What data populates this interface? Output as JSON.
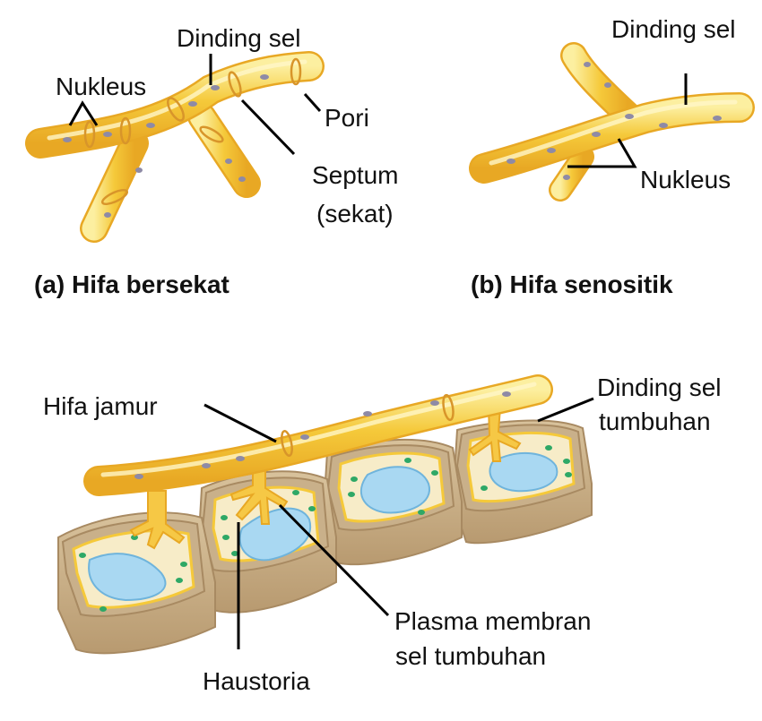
{
  "panel_a": {
    "caption": "(a) Hifa bersekat",
    "labels": {
      "cell_wall": "Dinding sel",
      "nucleus": "Nukleus",
      "pore": "Pori",
      "septum_line1": "Septum",
      "septum_line2": "(sekat)"
    }
  },
  "panel_b": {
    "caption": "(b) Hifa senositik",
    "labels": {
      "cell_wall": "Dinding sel",
      "nucleus": "Nukleus"
    }
  },
  "panel_c": {
    "labels": {
      "fungal_hypha": "Hifa jamur",
      "plant_wall_line1": "Dinding sel",
      "plant_wall_line2": "tumbuhan",
      "plasma_line1": "Plasma membran",
      "plasma_line2": "sel tumbuhan",
      "haustoria": "Haustoria"
    }
  },
  "colors": {
    "hypha_fill": "#F5C93A",
    "hypha_light": "#FCEFA0",
    "hypha_edge": "#E8A824",
    "nucleus": "#8E8AA6",
    "septum": "#D8952A",
    "cell_fill": "#F7ECC8",
    "cell_wall": "#C9B08A",
    "cell_wall_dark": "#A88A62",
    "vacuole": "#A9D8F2",
    "vacuole_edge": "#6FB4DC",
    "chloroplast": "#2EA866",
    "haustorium": "#F6C845"
  }
}
